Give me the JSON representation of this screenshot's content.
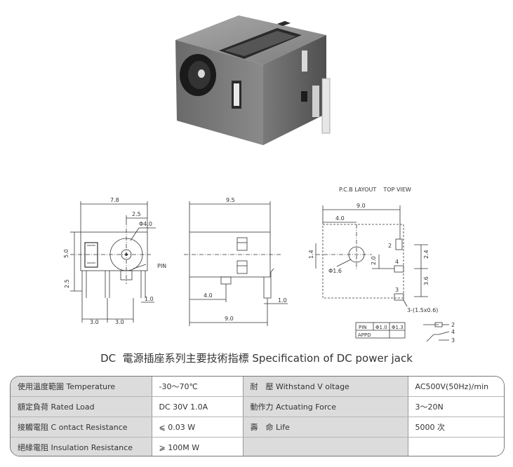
{
  "drawing": {
    "layout_title": "P.C.B LAYOUT    TOP VIEW",
    "front": {
      "w78": "7.8",
      "w25": "2.5",
      "phi40": "Φ4.0",
      "h50": "5.0",
      "h25": "2.5",
      "pin": "PIN",
      "d10": "1.0",
      "b30a": "3.0",
      "b30b": "3.0"
    },
    "side": {
      "w95": "9.5",
      "w40": "4.0",
      "d10": "1.0",
      "b90": "9.0"
    },
    "pcb": {
      "w90": "9.0",
      "w40": "4.0",
      "h14": "1.4",
      "phi16": "Φ1.6",
      "h20": "2.0",
      "h24": "2.4",
      "h36": "3.6",
      "p2": "2",
      "p4": "4",
      "p3": "3",
      "slots": "3-(1.5x0.6)"
    },
    "pin_table": {
      "c1": "PIN",
      "c2": "Φ1.0",
      "c3": "Φ1.3",
      "r2": "APPD"
    },
    "schematic": {
      "n2": "2",
      "n4": "4",
      "n3": "3"
    }
  },
  "heading": {
    "cn": "DC  電源插座系列主要技術指標",
    "en": "Specification of DC power jack"
  },
  "spec": {
    "rows": [
      {
        "l1": "使用溫度範圍 Temperature",
        "v1": "-30～70℃",
        "l2": "耐　壓  Withstand V oltage",
        "v2": "AC500V(50Hz)/min"
      },
      {
        "l1": "額定負荷  Rated Load",
        "v1": "DC  30V  1.0A",
        "l2": "動作力  Actuating Force",
        "v2": "3～20N"
      },
      {
        "l1": "接觸電阻  C ontact Resistance",
        "v1": "⩽ 0.03 W",
        "l2": "壽　命  Life",
        "v2": "5000 次"
      },
      {
        "l1": "絕緣電阻  Insulation Resistance",
        "v1": "⩾ 100M W",
        "l2": "",
        "v2": ""
      }
    ]
  }
}
